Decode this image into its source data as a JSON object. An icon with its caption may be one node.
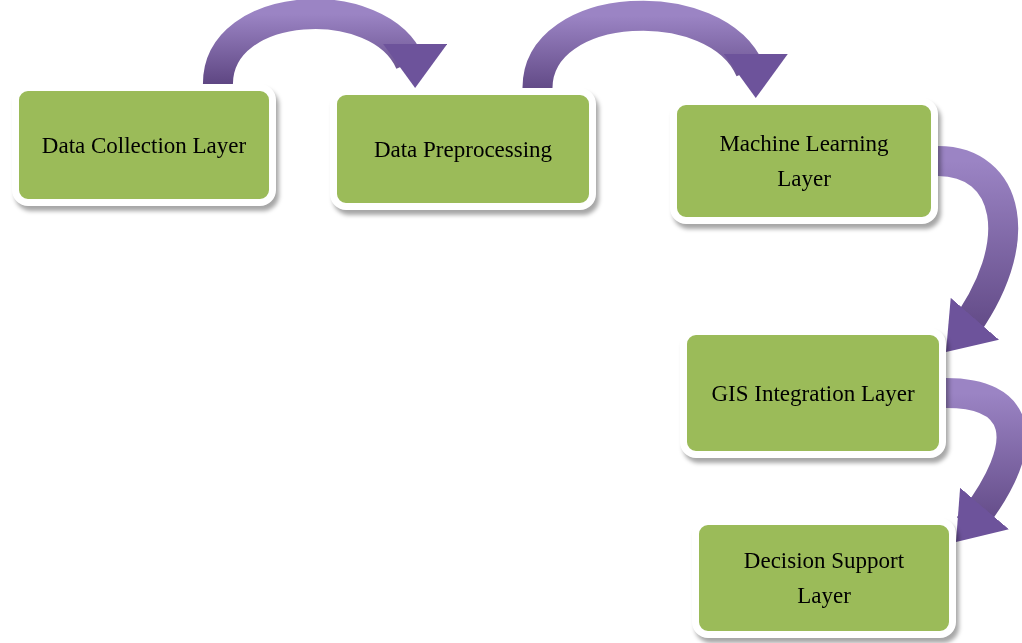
{
  "diagram": {
    "nodes": [
      {
        "text": [
          "Data Collection Layer"
        ]
      },
      {
        "text": [
          "Data Preprocessing"
        ]
      },
      {
        "text": [
          "Machine Learning Layer"
        ]
      },
      {
        "text": [
          "GIS Integration Layer"
        ]
      },
      {
        "text": [
          "Decision Support Layer"
        ]
      }
    ],
    "edges": [
      {
        "from": 0,
        "to": 1,
        "arrow": "to"
      },
      {
        "from": 1,
        "to": 2,
        "arrow": "to"
      },
      {
        "from": 2,
        "to": 3,
        "arrow": "to"
      },
      {
        "from": 3,
        "to": 4,
        "arrow": "to"
      }
    ]
  }
}
